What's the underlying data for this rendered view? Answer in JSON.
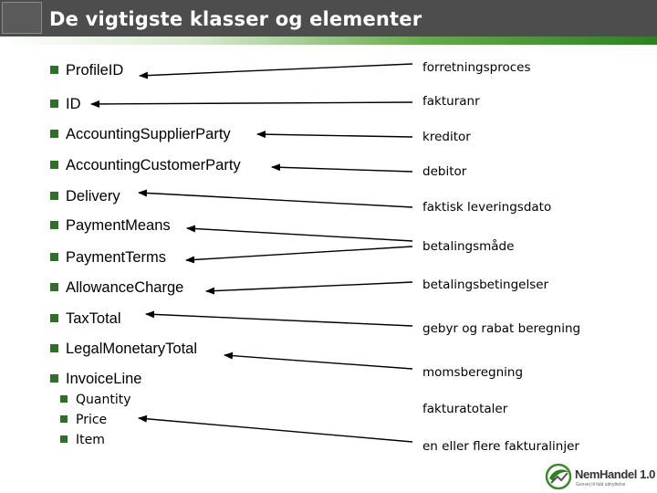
{
  "slide": {
    "title": "De vigtigste klasser og elementer"
  },
  "classes": [
    "ProfileID",
    "ID",
    "AccountingSupplierParty",
    "AccountingCustomerParty",
    "Delivery",
    "PaymentMeans",
    "PaymentTerms",
    "AllowanceCharge",
    "TaxTotal",
    "LegalMonetaryTotal",
    "InvoiceLine"
  ],
  "invoiceline_children": [
    "Quantity",
    "Price",
    "Item"
  ],
  "terms": [
    "forretningsproces",
    "fakturanr",
    "kreditor",
    "debitor",
    "faktisk leveringsdato",
    "betalingsmåde",
    "betalingsbetingelser",
    "gebyr og rabat beregning",
    "momsberegning",
    "fakturatotaler",
    "en eller flere fakturalinjer"
  ],
  "logo": {
    "name": "NemHandel 1.0",
    "tagline": "Genvej til fuld udnyttelse"
  },
  "colors": {
    "header": "#4d4d4d",
    "bullet": "#2f6f2a",
    "accent_green": "#2f7f25"
  }
}
